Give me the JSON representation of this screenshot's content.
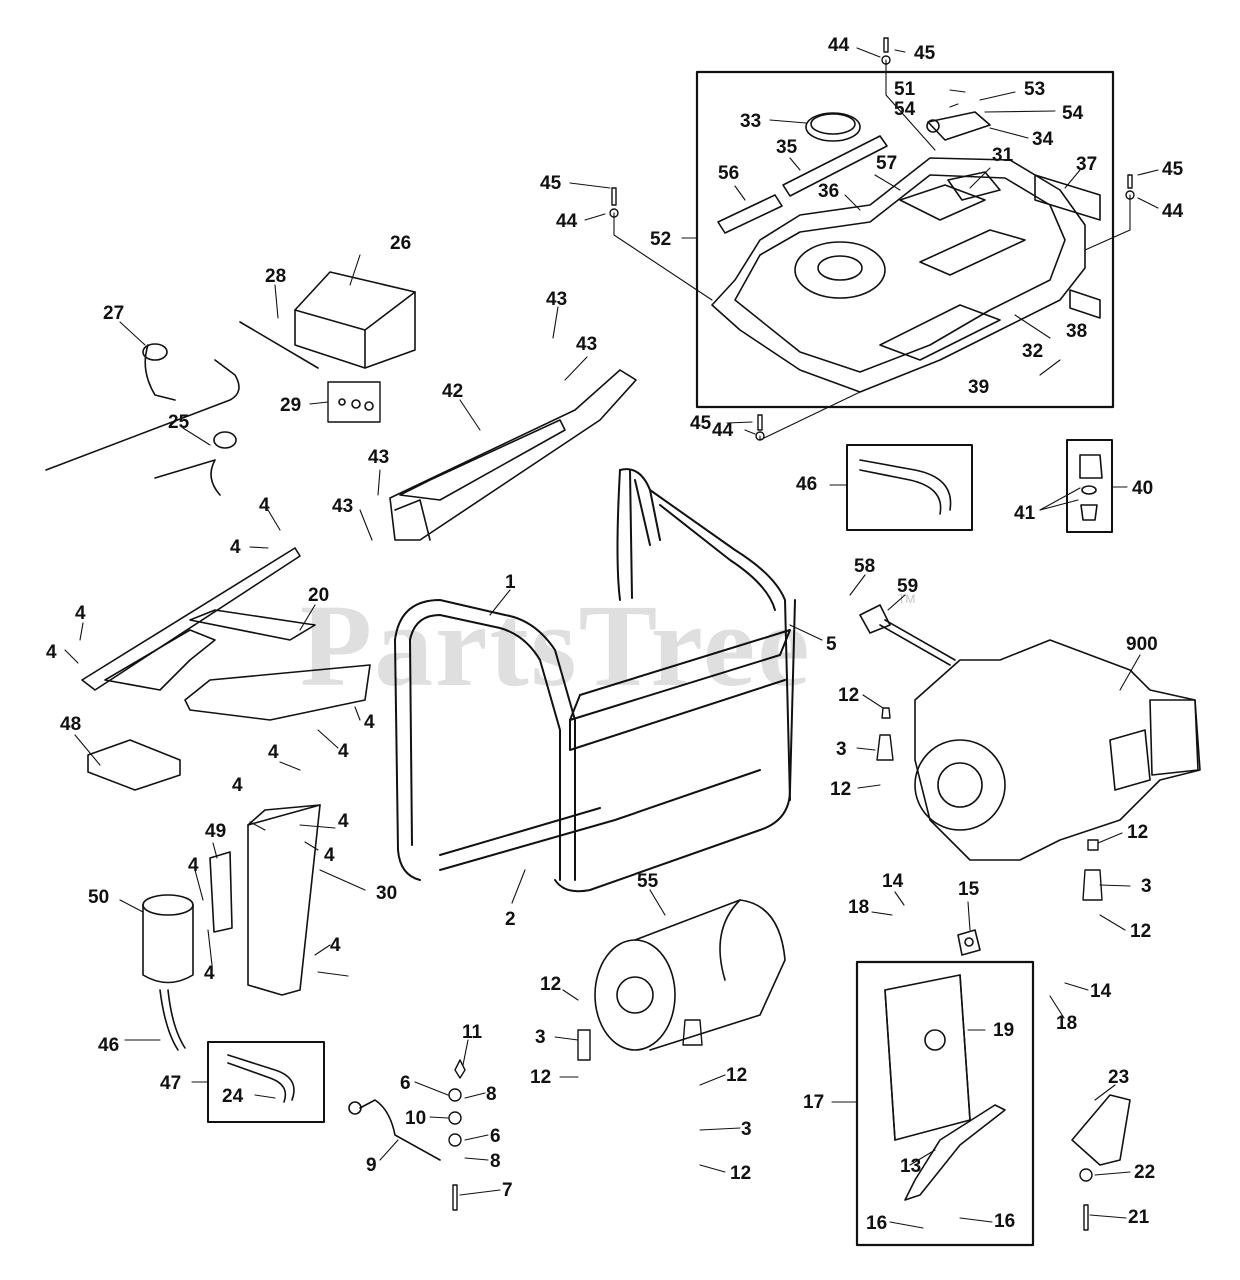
{
  "diagram": {
    "watermark": "PartsTree",
    "trademark": "TM",
    "callouts": [
      {
        "id": "c44a",
        "text": "44"
      },
      {
        "id": "c45a",
        "text": "45"
      },
      {
        "id": "c51",
        "text": "51"
      },
      {
        "id": "c53",
        "text": "53"
      },
      {
        "id": "c54a",
        "text": "54"
      },
      {
        "id": "c54b",
        "text": "54"
      },
      {
        "id": "c33",
        "text": "33"
      },
      {
        "id": "c34",
        "text": "34"
      },
      {
        "id": "c35",
        "text": "35"
      },
      {
        "id": "c31",
        "text": "31"
      },
      {
        "id": "c56",
        "text": "56"
      },
      {
        "id": "c57",
        "text": "57"
      },
      {
        "id": "c37",
        "text": "37"
      },
      {
        "id": "c36",
        "text": "36"
      },
      {
        "id": "c45b",
        "text": "45"
      },
      {
        "id": "c44b",
        "text": "44"
      },
      {
        "id": "c45c",
        "text": "45"
      },
      {
        "id": "c44c",
        "text": "44"
      },
      {
        "id": "c52",
        "text": "52"
      },
      {
        "id": "c32",
        "text": "32"
      },
      {
        "id": "c38",
        "text": "38"
      },
      {
        "id": "c39",
        "text": "39"
      },
      {
        "id": "c45d",
        "text": "45"
      },
      {
        "id": "c44d",
        "text": "44"
      },
      {
        "id": "c26",
        "text": "26"
      },
      {
        "id": "c28",
        "text": "28"
      },
      {
        "id": "c27",
        "text": "27"
      },
      {
        "id": "c29",
        "text": "29"
      },
      {
        "id": "c25",
        "text": "25"
      },
      {
        "id": "c43a",
        "text": "43"
      },
      {
        "id": "c43b",
        "text": "43"
      },
      {
        "id": "c42",
        "text": "42"
      },
      {
        "id": "c43c",
        "text": "43"
      },
      {
        "id": "c43d",
        "text": "43"
      },
      {
        "id": "c46a",
        "text": "46"
      },
      {
        "id": "c40",
        "text": "40"
      },
      {
        "id": "c41",
        "text": "41"
      },
      {
        "id": "c4a",
        "text": "4"
      },
      {
        "id": "c4b",
        "text": "4"
      },
      {
        "id": "c1",
        "text": "1"
      },
      {
        "id": "c58",
        "text": "58"
      },
      {
        "id": "c59",
        "text": "59"
      },
      {
        "id": "c20",
        "text": "20"
      },
      {
        "id": "c4c",
        "text": "4"
      },
      {
        "id": "c4d",
        "text": "4"
      },
      {
        "id": "c5",
        "text": "5"
      },
      {
        "id": "c900",
        "text": "900"
      },
      {
        "id": "c12a",
        "text": "12"
      },
      {
        "id": "c4e",
        "text": "4"
      },
      {
        "id": "c48",
        "text": "48"
      },
      {
        "id": "c4f",
        "text": "4"
      },
      {
        "id": "c3a",
        "text": "3"
      },
      {
        "id": "c4g",
        "text": "4"
      },
      {
        "id": "c12b",
        "text": "12"
      },
      {
        "id": "c4h",
        "text": "4"
      },
      {
        "id": "c4i",
        "text": "4"
      },
      {
        "id": "c49",
        "text": "49"
      },
      {
        "id": "c4j",
        "text": "4"
      },
      {
        "id": "c12c",
        "text": "12"
      },
      {
        "id": "c50",
        "text": "50"
      },
      {
        "id": "c30",
        "text": "30"
      },
      {
        "id": "c2",
        "text": "2"
      },
      {
        "id": "c55",
        "text": "55"
      },
      {
        "id": "c14a",
        "text": "14"
      },
      {
        "id": "c15",
        "text": "15"
      },
      {
        "id": "c3b",
        "text": "3"
      },
      {
        "id": "c18a",
        "text": "18"
      },
      {
        "id": "c12d",
        "text": "12"
      },
      {
        "id": "c4k",
        "text": "4"
      },
      {
        "id": "c4l",
        "text": "4"
      },
      {
        "id": "c4m",
        "text": "4"
      },
      {
        "id": "c12e",
        "text": "12"
      },
      {
        "id": "c14b",
        "text": "14"
      },
      {
        "id": "c18b",
        "text": "18"
      },
      {
        "id": "c19",
        "text": "19"
      },
      {
        "id": "c46b",
        "text": "46"
      },
      {
        "id": "c3c",
        "text": "3"
      },
      {
        "id": "c11",
        "text": "11"
      },
      {
        "id": "c47",
        "text": "47"
      },
      {
        "id": "c24",
        "text": "24"
      },
      {
        "id": "c12f",
        "text": "12"
      },
      {
        "id": "c6a",
        "text": "6"
      },
      {
        "id": "c8a",
        "text": "8"
      },
      {
        "id": "c12g",
        "text": "12"
      },
      {
        "id": "c17",
        "text": "17"
      },
      {
        "id": "c23",
        "text": "23"
      },
      {
        "id": "c10",
        "text": "10"
      },
      {
        "id": "c6b",
        "text": "6"
      },
      {
        "id": "c3d",
        "text": "3"
      },
      {
        "id": "c9",
        "text": "9"
      },
      {
        "id": "c8b",
        "text": "8"
      },
      {
        "id": "c12h",
        "text": "12"
      },
      {
        "id": "c13",
        "text": "13"
      },
      {
        "id": "c22",
        "text": "22"
      },
      {
        "id": "c7",
        "text": "7"
      },
      {
        "id": "c16a",
        "text": "16"
      },
      {
        "id": "c16b",
        "text": "16"
      },
      {
        "id": "c21",
        "text": "21"
      }
    ]
  }
}
